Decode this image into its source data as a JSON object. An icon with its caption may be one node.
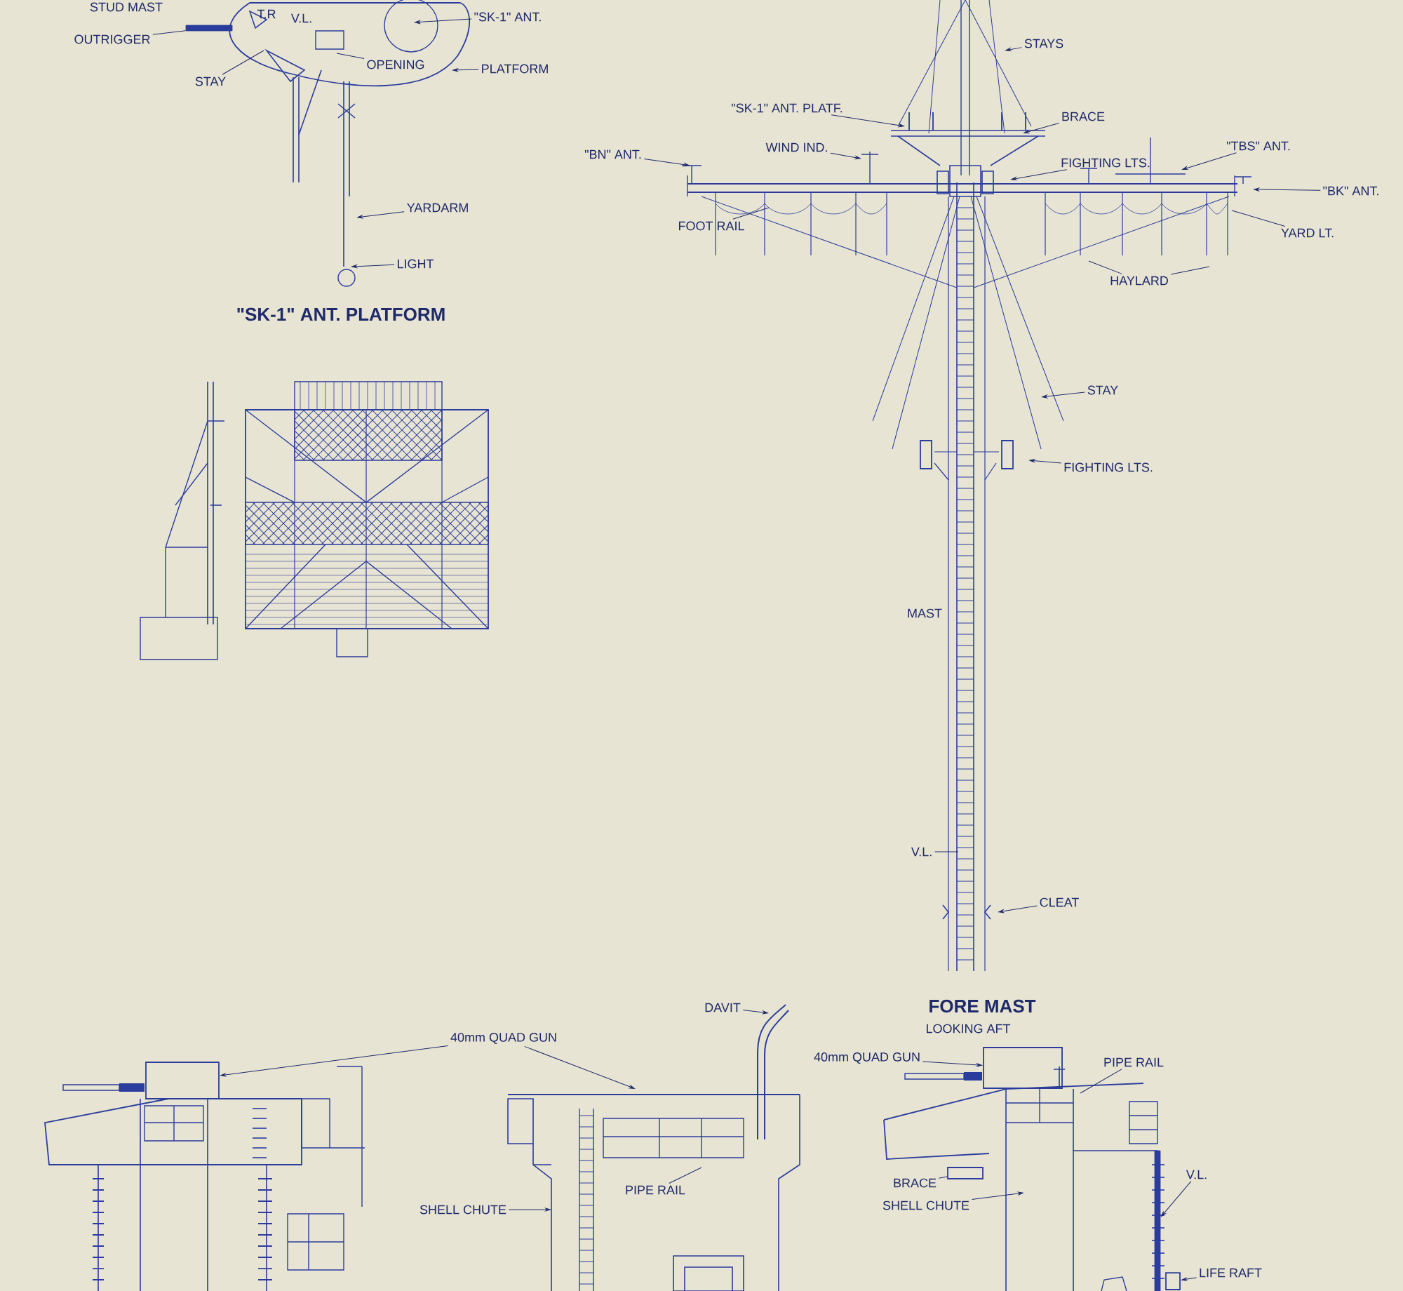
{
  "diagram": {
    "title": "FORE MAST",
    "nodes": [
      {
        "text": [
          "OUTRIGGER"
        ]
      },
      {
        "text": [
          "\"SK-1\" ANT."
        ]
      },
      {
        "text": [
          "STAY"
        ]
      },
      {
        "text": [
          "OPENING"
        ]
      },
      {
        "text": [
          "PLATFORM"
        ]
      },
      {
        "text": [
          "YARDARM"
        ]
      },
      {
        "text": [
          "LIGHT"
        ]
      },
      {
        "text": [
          "STAYS"
        ]
      },
      {
        "text": [
          "\"SK-1\" ANT. PLATF."
        ]
      },
      {
        "text": [
          "BRACE"
        ]
      },
      {
        "text": [
          "\"BN\" ANT."
        ]
      },
      {
        "text": [
          "WIND IND."
        ]
      },
      {
        "text": [
          "FIGHTING LTS."
        ]
      },
      {
        "text": [
          "\"TBS\" ANT."
        ]
      },
      {
        "text": [
          "\"BK\" ANT."
        ]
      },
      {
        "text": [
          "FOOT RAIL"
        ]
      },
      {
        "text": [
          "YARD LT."
        ]
      },
      {
        "text": [
          "HAYLARD"
        ]
      },
      {
        "text": [
          "STAY"
        ]
      },
      {
        "text": [
          "FIGHTING LTS."
        ]
      },
      {
        "text": [
          "V.L."
        ]
      },
      {
        "text": [
          "CLEAT"
        ]
      },
      {
        "text": [
          "40mm QUAD GUN"
        ]
      },
      {
        "text": [
          "DAVIT"
        ]
      },
      {
        "text": [
          "SHELL CHUTE"
        ]
      },
      {
        "text": [
          "PIPE RAIL"
        ]
      },
      {
        "text": [
          "40mm QUAD GUN"
        ]
      },
      {
        "text": [
          "PIPE RAIL"
        ]
      },
      {
        "text": [
          "BRACE"
        ]
      },
      {
        "text": [
          "SHELL CHUTE"
        ]
      },
      {
        "text": [
          "V.L."
        ]
      },
      {
        "text": [
          "LIFE RAFT"
        ]
      },
      {
        "text": [],
        "shape": "box"
      },
      {
        "text": [],
        "shape": "box"
      },
      {
        "text": [],
        "shape": "bar"
      },
      {
        "text": [],
        "shape": "bar"
      },
      {
        "text": [],
        "shape": "box"
      },
      {
        "text": [],
        "shape": "box"
      }
    ],
    "edges": [
      {
        "from": 0,
        "to": 34,
        "arrow": "none"
      },
      {
        "from": 1,
        "to": null,
        "arrow": "to"
      },
      {
        "from": 2,
        "to": null,
        "arrow": "none"
      },
      {
        "from": 3,
        "to": null,
        "arrow": "none"
      },
      {
        "from": 4,
        "to": null,
        "arrow": "to"
      },
      {
        "from": 5,
        "to": null,
        "arrow": "to"
      },
      {
        "from": 6,
        "to": null,
        "arrow": "to"
      },
      {
        "from": 7,
        "to": null,
        "arrow": "to"
      },
      {
        "from": 8,
        "to": null,
        "arrow": "to"
      },
      {
        "from": 9,
        "to": null,
        "arrow": "to"
      },
      {
        "from": 10,
        "to": null,
        "arrow": "to"
      },
      {
        "from": 11,
        "to": null,
        "arrow": "to"
      },
      {
        "from": 12,
        "to": null,
        "arrow": "to"
      },
      {
        "from": 13,
        "to": null,
        "arrow": "to"
      },
      {
        "from": 14,
        "to": null,
        "arrow": "to"
      },
      {
        "from": 15,
        "to": null,
        "arrow": "none"
      },
      {
        "from": 16,
        "to": null,
        "arrow": "none"
      },
      {
        "from": 17,
        "to": null,
        "arrow": "none"
      },
      {
        "from": 17,
        "to": null,
        "arrow": "none"
      },
      {
        "from": 18,
        "to": null,
        "arrow": "to"
      },
      {
        "from": 19,
        "to": null,
        "arrow": "to"
      },
      {
        "from": 20,
        "to": null,
        "arrow": "none"
      },
      {
        "from": 21,
        "to": null,
        "arrow": "to"
      },
      {
        "from": 22,
        "to": 32,
        "arrow": "to"
      },
      {
        "from": 22,
        "to": null,
        "arrow": "to"
      },
      {
        "from": 23,
        "to": null,
        "arrow": "to"
      },
      {
        "from": 24,
        "to": null,
        "arrow": "to"
      },
      {
        "from": 25,
        "to": null,
        "arrow": "none"
      },
      {
        "from": 26,
        "to": 33,
        "arrow": "to"
      },
      {
        "from": 27,
        "to": null,
        "arrow": "none"
      },
      {
        "from": 28,
        "to": 37,
        "arrow": "none"
      },
      {
        "from": 29,
        "to": null,
        "arrow": "to"
      },
      {
        "from": 30,
        "to": 35,
        "arrow": "to"
      },
      {
        "from": 31,
        "to": 36,
        "arrow": "to"
      }
    ],
    "labels": [
      "STUD MAST",
      "T.R",
      "V.L.",
      "\"SK-1\" ANT. PLATFORM",
      "MAST",
      "LOOKING AFT"
    ]
  }
}
